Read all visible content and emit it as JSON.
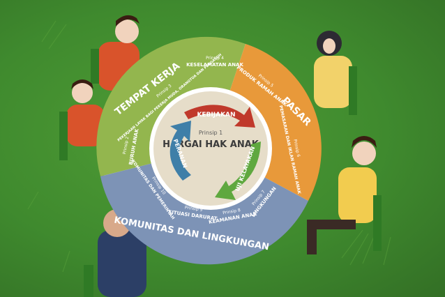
{
  "colors": {
    "background": "#3f8a2e",
    "workplace": "#93b64e",
    "market": "#e8993a",
    "community": "#7d93b6",
    "center": "#e6ddc9",
    "arrow_policy": "#c0392b",
    "arrow_impact": "#5fa83f",
    "arrow_role": "#3f7fa8"
  },
  "segments": {
    "workplace": "TEMPAT KERJA",
    "market": "PASAR",
    "community": "KOMUNITAS DAN LINGKUNGAN"
  },
  "principles": [
    {
      "id": "p1",
      "label": "Prinsip 1",
      "text": "HARGAI HAK ANAK"
    },
    {
      "id": "p2",
      "label": "Prinsip 2",
      "text": "BURUH ANAK"
    },
    {
      "id": "p3",
      "label": "Prinsip 3",
      "text": "PEKERJAAN LAYAK BAGI PEKERJA MUDA, ORANGTUA DAN PENGASUH"
    },
    {
      "id": "p4",
      "label": "Prinsip 4",
      "text": "KESELAMATAN ANAK"
    },
    {
      "id": "p5",
      "label": "Prinsip 5",
      "text": "PRODUK RAMAH ANAK"
    },
    {
      "id": "p6",
      "label": "Prinsip 6",
      "text": "PEMASARAN DAN IKLAN RAMAH ANAK"
    },
    {
      "id": "p7",
      "label": "Prinsip 7",
      "text": "LINGKUNGAN"
    },
    {
      "id": "p8",
      "label": "Prinsip 8",
      "text": "KEAMANAN ANAK"
    },
    {
      "id": "p9",
      "label": "Prinsip 9",
      "text": "SITUASI DARURAT"
    },
    {
      "id": "p10",
      "label": "Prinsip 10",
      "text": "KOMUNITAS DAN PEMERINTAH"
    }
  ],
  "arrows": {
    "policy": "KEBIJAKAN",
    "impact": "UJI KELAYAKAN",
    "role": "PERANAN"
  }
}
